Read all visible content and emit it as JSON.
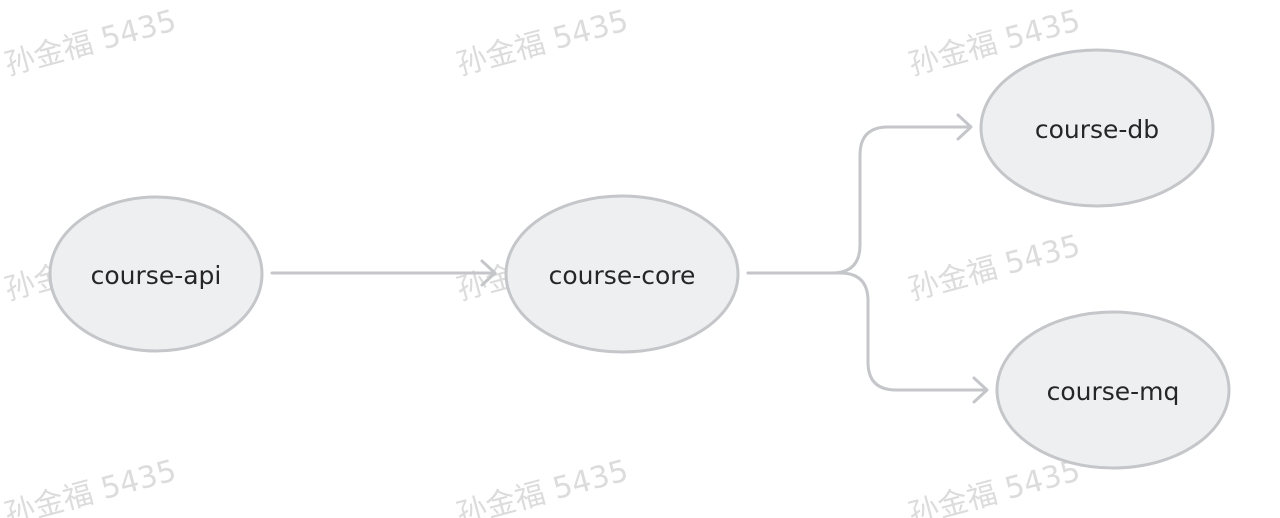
{
  "diagram": {
    "nodes": [
      {
        "id": "course-api",
        "label": "course-api"
      },
      {
        "id": "course-core",
        "label": "course-core"
      },
      {
        "id": "course-db",
        "label": "course-db"
      },
      {
        "id": "course-mq",
        "label": "course-mq"
      }
    ],
    "edges": [
      {
        "from": "course-api",
        "to": "course-core"
      },
      {
        "from": "course-core",
        "to": "course-db"
      },
      {
        "from": "course-core",
        "to": "course-mq"
      }
    ],
    "colors": {
      "node_fill": "#eeeff1",
      "node_stroke": "#c4c6ca",
      "edge": "#c4c6ca",
      "text": "#262626",
      "watermark": "#dcdcdc"
    }
  },
  "watermark": {
    "text": "孙金福 5435"
  }
}
